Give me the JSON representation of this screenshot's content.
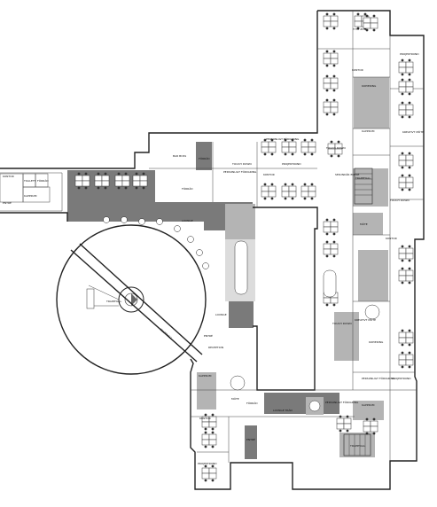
{
  "labels": {
    "tyst_zon": "TYST ZON",
    "kontor_n": "KONTOR",
    "projektrond_n": "PROJEKTROND",
    "kopiering_n": "KOPIERING",
    "kapprum_n": "KAPPRUM",
    "kreativt_moete_n": "KREATIVT MÖTE",
    "personligt_foervaring_n": "PERSONLIGT FÖRVARING",
    "touch_down_n": "TOUCH DOWN",
    "projektrond_mid": "PROJEKTROND",
    "sekundaer_entre": "SEKUNDÄR ENTRÉ",
    "kontor_mid": "KONTOR",
    "trapphall_n": "TRAPPHALL",
    "touch_down_e": "TOUCH DOWN",
    "mote_e": "MÖTE",
    "kontor_e": "KONTOR",
    "bar_buss": "BAR BUSS",
    "foerrad": "FÖRRÅD",
    "touch_down_c": "TOUCH DOWN",
    "personligt_foervaring_c": "PERSONLIGT FÖRVARING",
    "kontor_w": "KONTOR",
    "toalett": "TOALETT",
    "foerrad_w": "FÖRRÅD",
    "kapprum_w": "KAPPRUM",
    "entre_w": "ENTRÉ",
    "foerrad_c": "FÖRRÅD",
    "lounge_c": "LOUNGE",
    "lounge_s": "LOUNGE",
    "trapphall_circ": "TRAPPHALL",
    "trapphall_diag": "TRAPPHALL",
    "entre_c": "ENTRÉ",
    "reception": "RECEPTION",
    "touch_down_e2": "TOUCH DOWN",
    "kreativt_moete_e": "KREATIVT MÖTE",
    "kopiering_e": "KOPIERING",
    "personligt_foervaring_e": "PERSONLIGT FÖRVARING",
    "projektrond_e": "PROJEKTROND",
    "kapprum_s": "KAPPRUM",
    "mote_s": "MÖTE",
    "lounge_train": "LOUNGE TRÄN",
    "kontor_s": "KONTOR",
    "foerrad_s": "FÖRRÅD",
    "personligt_foervaring_s": "PERSONLIGT FÖRVARING",
    "kapprum_se": "KAPPRUM",
    "trapphall_se": "TRAPPHALL",
    "projektrond_sw": "PROJEKTROND",
    "entre_s": "ENTRÉ"
  }
}
